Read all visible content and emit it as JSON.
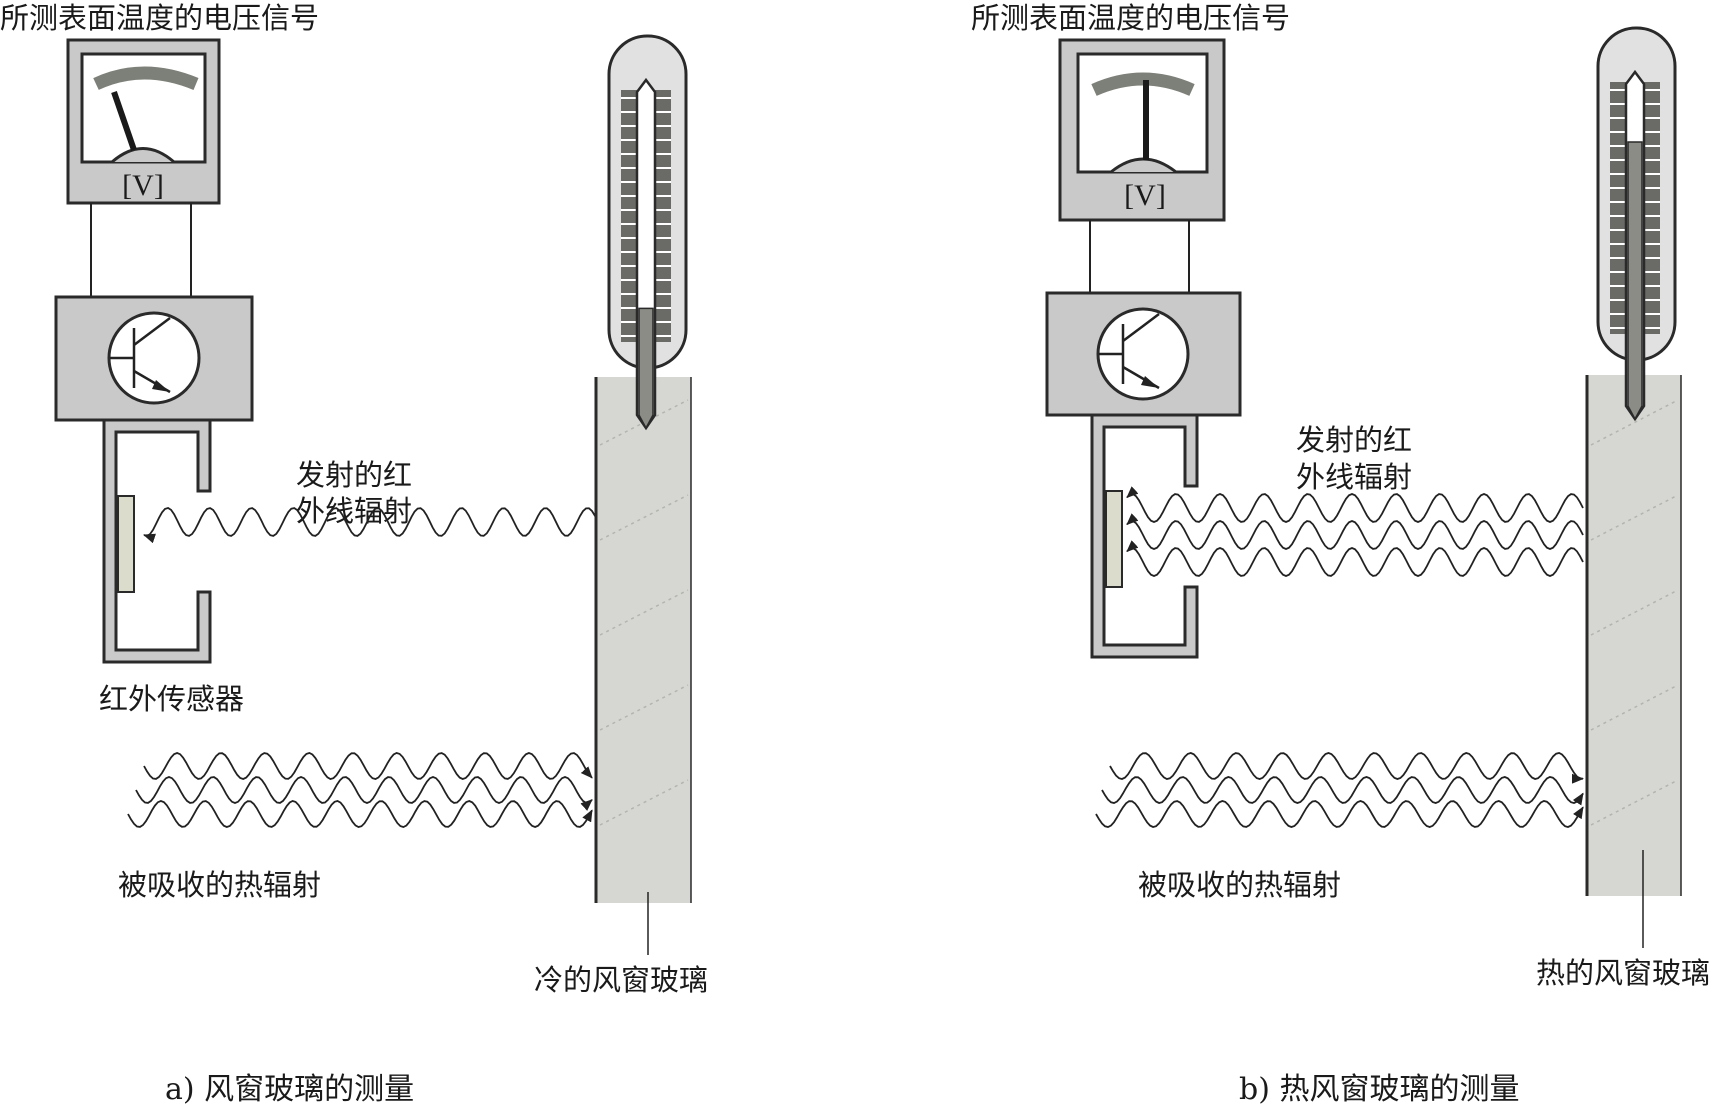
{
  "panels": [
    {
      "id": "a",
      "voltage_label": "所测表面温度的电压信号",
      "meter_unit": "[V]",
      "emitted_label_line1": "发射的红",
      "emitted_label_line2": "外线辐射",
      "sensor_label": "红外传感器",
      "absorbed_label": "被吸收的热辐射",
      "glass_label": "冷的风窗玻璃",
      "caption": "a) 风窗玻璃的测量",
      "thermometer_fill": 0.33,
      "emitted_wave_count": 1
    },
    {
      "id": "b",
      "voltage_label": "所测表面温度的电压信号",
      "meter_unit": "[V]",
      "emitted_label_line1": "发射的红",
      "emitted_label_line2": "外线辐射",
      "sensor_label": "",
      "absorbed_label": "被吸收的热辐射",
      "glass_label": "热的风窗玻璃",
      "caption": "b) 热风窗玻璃的测量",
      "thermometer_fill": 0.82,
      "emitted_wave_count": 3
    }
  ],
  "colors": {
    "device_fill": "#c9c9c9",
    "device_stroke": "#2a2a2a",
    "glass_fill": "#d6d7d3",
    "mercury": "#8b8c86",
    "scale_bar": "#6a6a66",
    "meter_arc": "#7d8078",
    "sensor_fill": "#dcdccc",
    "wave": "#222222"
  },
  "icons": [
    "voltmeter-icon",
    "transistor-icon",
    "thermometer-icon",
    "infrared-sensor-icon"
  ]
}
